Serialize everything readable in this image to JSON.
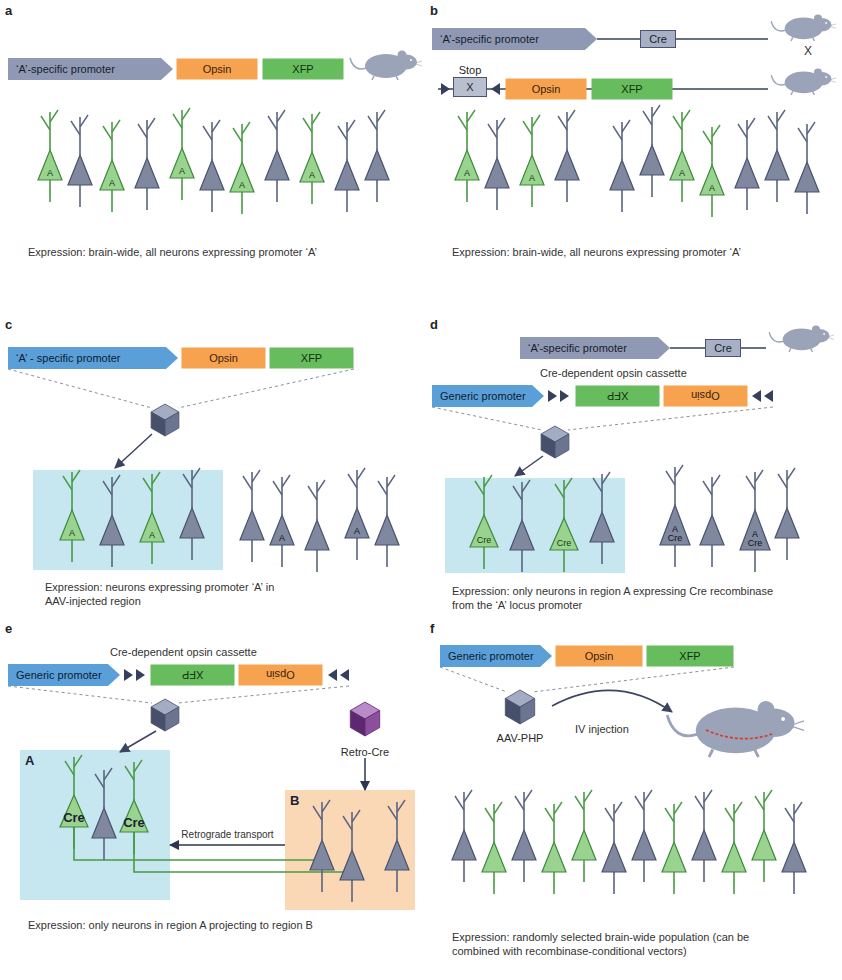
{
  "diagram": {
    "nodes": [
      {
        "text": [
          "‘A’-specific promoter"
        ]
      },
      {
        "text": [
          "Opsin"
        ]
      },
      {
        "text": [
          "XFP"
        ]
      },
      {
        "text": [
          "A"
        ]
      },
      {
        "text": [
          "A"
        ]
      },
      {
        "text": [
          "A"
        ]
      },
      {
        "text": [
          "A"
        ]
      },
      {
        "text": [
          "A"
        ]
      },
      {
        "text": [
          "‘A’-specific promoter"
        ]
      },
      {
        "text": [
          "Cre"
        ]
      },
      {
        "text": [
          "Stop",
          "X"
        ]
      },
      {
        "text": [
          "Opsin"
        ]
      },
      {
        "text": [
          "XFP"
        ]
      },
      {
        "text": [
          "A"
        ]
      },
      {
        "text": [
          "A"
        ]
      },
      {
        "text": [
          "A"
        ]
      },
      {
        "text": [
          "A"
        ]
      },
      {
        "text": [
          "‘A’ - specific promoter"
        ]
      },
      {
        "text": [
          "Opsin"
        ]
      },
      {
        "text": [
          "XFP"
        ]
      },
      {
        "text": [
          "A"
        ]
      },
      {
        "text": [
          "A"
        ]
      },
      {
        "text": [
          "A"
        ]
      },
      {
        "text": [
          "A"
        ]
      },
      {
        "text": [
          "‘A’-specific promoter"
        ]
      },
      {
        "text": [
          "Cre"
        ]
      },
      {
        "text": [
          "Generic promoter"
        ]
      },
      {
        "text": [
          "XFP"
        ]
      },
      {
        "text": [
          "Opsin"
        ]
      },
      {
        "text": [
          "Cre"
        ]
      },
      {
        "text": [
          "Cre"
        ]
      },
      {
        "text": [
          "A",
          "Cre"
        ]
      },
      {
        "text": [
          "A",
          "Cre"
        ]
      },
      {
        "text": [
          "Generic promoter"
        ]
      },
      {
        "text": [
          "XFP"
        ]
      },
      {
        "text": [
          "Opsin"
        ]
      },
      {
        "text": [
          "A"
        ]
      },
      {
        "text": [
          "Cre"
        ],
        "in": 36
      },
      {
        "text": [
          "Cre"
        ],
        "in": 36
      },
      {
        "text": [
          "Retro-Cre"
        ]
      },
      {
        "text": [
          "B"
        ]
      },
      {
        "text": [
          "Generic promoter"
        ]
      },
      {
        "text": [
          "Opsin"
        ]
      },
      {
        "text": [
          "XFP"
        ]
      },
      {
        "text": [
          "AAV-PHP"
        ]
      }
    ],
    "edges": [
      {
        "from": 39,
        "to": 40,
        "arrow": "to"
      },
      {
        "from": 40,
        "to": 36,
        "arrow": "to",
        "label": "Retrograde transport"
      }
    ],
    "labels": [
      "a",
      "Expression: brain-wide, all neurons expressing promoter ‘A’",
      "b",
      "X",
      "Expression: brain-wide, all neurons expressing promoter ‘A’",
      "c",
      "Expression: neurons expressing promoter ‘A’ in AAV-injected region",
      "d",
      "Cre-dependent opsin cassette",
      "Expression: only neurons in region A expressing Cre recombinase from the ‘A’ locus promoter",
      "e",
      "Cre-dependent opsin cassette",
      "Expression: only neurons in region A projecting to region B",
      "f",
      "IV injection",
      "Expression: randomly selected brain-wide population (can be combined with recombinase-conditional vectors)"
    ]
  }
}
